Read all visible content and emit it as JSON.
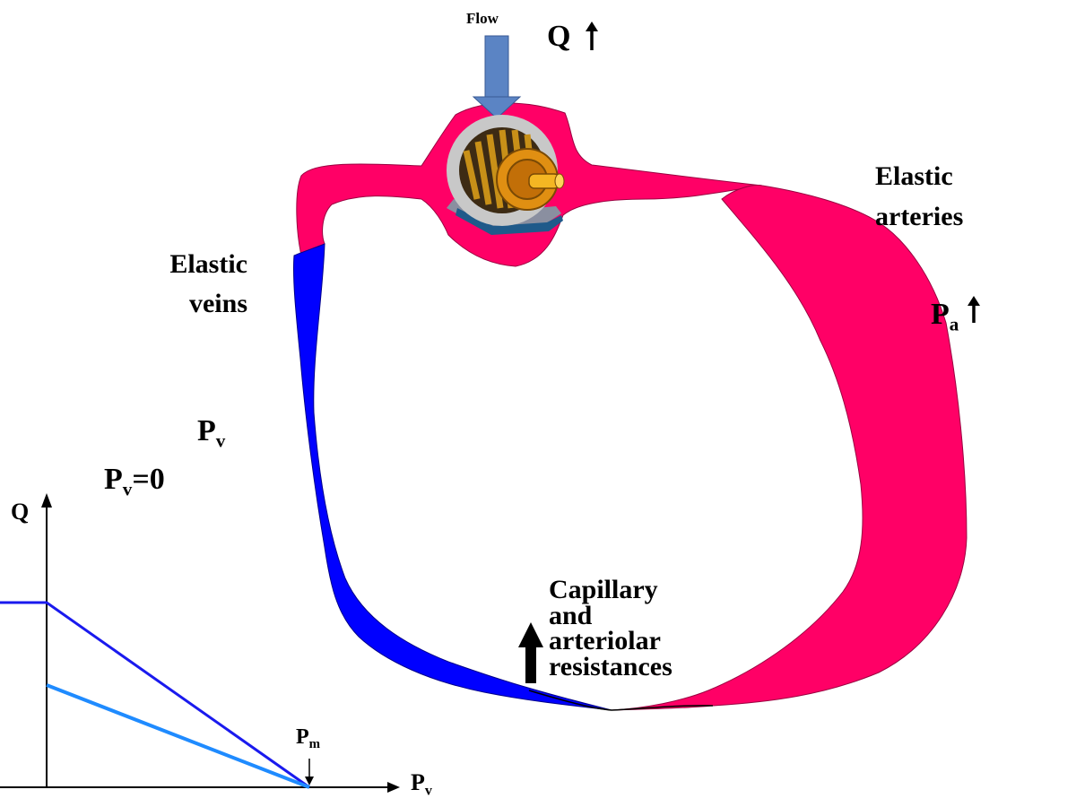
{
  "labels": {
    "flow": "Flow",
    "q_top": "Q",
    "elastic_veins_1": "Elastic",
    "elastic_veins_2": "veins",
    "elastic_arteries_1": "Elastic",
    "elastic_arteries_2": "arteries",
    "pa_main": "P",
    "pa_sub": "a",
    "pv_main": "P",
    "pv_sub": "v",
    "pv0_main": "P",
    "pv0_sub": "v",
    "pv0_eq": "=0",
    "capillary_1": "Capillary",
    "capillary_2": "and",
    "capillary_3": "arteriolar",
    "capillary_4": "resistances"
  },
  "graph": {
    "q_axis": "Q",
    "pv_axis_main": "P",
    "pv_axis_sub": "v",
    "pm_main": "P",
    "pm_sub": "m"
  },
  "colors": {
    "artery": "#ff0066",
    "vein": "#0000ff",
    "flow_arrow": "#5b84c4",
    "line_dark": "#1a1aee",
    "line_light": "#1f8bff"
  },
  "icons": {
    "pump": "motor-pump-icon"
  }
}
